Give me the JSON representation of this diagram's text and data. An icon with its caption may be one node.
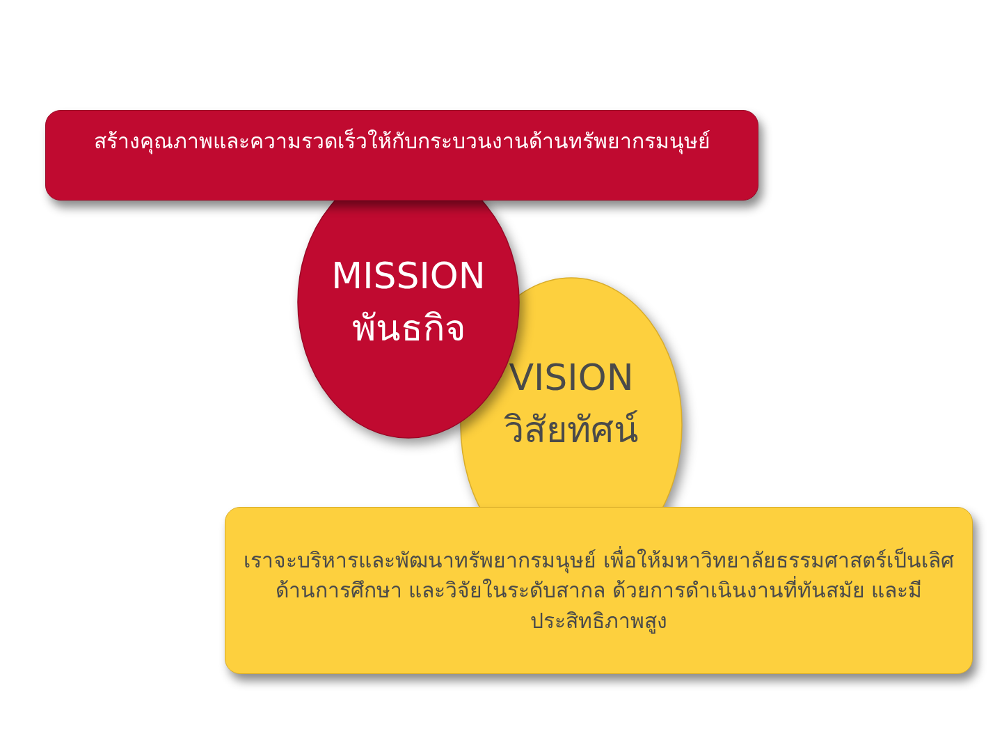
{
  "diagram": {
    "nodes": [
      {
        "text": [
          "สร้างคุณภาพและความรวดเร็วให้กับกระบวนงานด้านทรัพยากรมนุษย์"
        ]
      },
      {
        "text": [
          "MISSION",
          "พันธกิจ"
        ]
      },
      {
        "text": [
          "VISION",
          "วิสัยทัศน์"
        ]
      },
      {
        "text": [
          "เราจะบริหารและพัฒนาทรัพยากรมนุษย์ เพื่อให้มหาวิทยาลัยธรรมศาสตร์เป็นเลิศด้านการศึกษา และวิจัยในระดับสากล ด้วยการดำเนินงานที่ทันสมัย และมีประสิทธิภาพสูง"
        ]
      }
    ]
  }
}
